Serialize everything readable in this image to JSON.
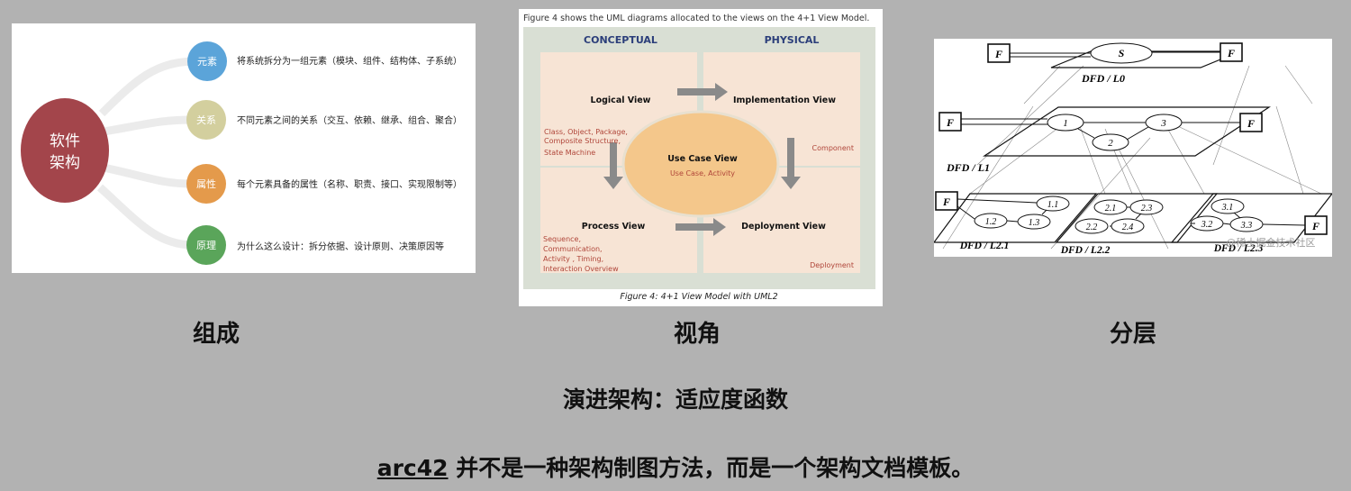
{
  "panel1": {
    "center": [
      "软件",
      "架构"
    ],
    "items": [
      {
        "tag": "元素",
        "desc": "将系统拆分为一组元素（模块、组件、结构体、子系统）",
        "color": "#5ba4d9"
      },
      {
        "tag": "关系",
        "desc": "不同元素之间的关系（交互、依赖、继承、组合、聚合）",
        "color": "#d3cf9e"
      },
      {
        "tag": "属性",
        "desc": "每个元素具备的属性（名称、职责、接口、实现限制等）",
        "color": "#e49a4b"
      },
      {
        "tag": "原理",
        "desc": "为什么这么设计：拆分依据、设计原则、决策原因等",
        "color": "#5aa55a"
      }
    ]
  },
  "panel2": {
    "intro": "Figure 4 shows the UML diagrams allocated to the views on the 4+1 View Model.",
    "conceptual": "CONCEPTUAL",
    "physical": "PHYSICAL",
    "logical_title": "Logical View",
    "logical_items": [
      "Class, Object, Package,",
      "Composite Structure,",
      "State Machine"
    ],
    "implementation_title": "Implementation View",
    "implementation_items": [
      "Component"
    ],
    "usecase_title": "Use Case View",
    "usecase_items": [
      "Use Case, Activity"
    ],
    "process_title": "Process View",
    "process_items": [
      "Sequence,",
      "Communication,",
      "Activity , Timing,",
      "Interaction Overview"
    ],
    "deployment_title": "Deployment View",
    "deployment_items": [
      "Deployment"
    ],
    "caption": "Figure 4: 4+1 View Model with UML2"
  },
  "panel3": {
    "f": "F",
    "s": "S",
    "levels": [
      "DFD / L0",
      "DFD / L1",
      "DFD / L2.1",
      "DFD / L2.2",
      "DFD / L2.3"
    ],
    "l1_nodes": [
      "1",
      "2",
      "3"
    ],
    "l21_nodes": [
      "1.1",
      "1.2",
      "1.3"
    ],
    "l22_nodes": [
      "2.1",
      "2.2",
      "2.3",
      "2.4"
    ],
    "l23_nodes": [
      "3.1",
      "3.2",
      "3.3"
    ],
    "watermark": "@稀土掘金技术社区"
  },
  "captions": {
    "composition": "组成",
    "perspective": "视角",
    "layering": "分层"
  },
  "evolution": "演进架构：适应度函数",
  "arc42": {
    "link": "arc42",
    "rest": " 并不是一种架构制图方法，而是一个架构文档模板。"
  }
}
